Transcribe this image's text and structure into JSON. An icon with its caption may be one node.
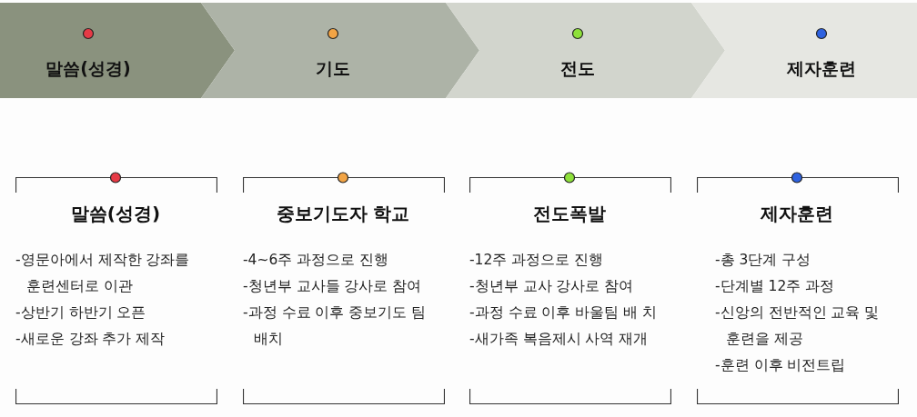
{
  "diagram": {
    "nodes": [
      {
        "text": [
          "말씀(성경)"
        ]
      },
      {
        "text": [
          "기도"
        ]
      },
      {
        "text": [
          "전도"
        ]
      },
      {
        "text": [
          "제자훈련"
        ]
      },
      {
        "text": [
          "말씀(성경)",
          "-영문아에서 제작한 강좌를 훈련센터로 이관",
          "-상반기 하반기 오픈",
          "-새로운 강좌 추가 제작"
        ]
      },
      {
        "text": [
          "중보기도자 학교",
          "-4~6주 과정으로 진행",
          "-청년부 교사들 강사로 참여",
          "-과정 수료 이후 중보기도 팀 배치"
        ]
      },
      {
        "text": [
          "전도폭발",
          "-12주 과정으로 진행",
          "-청년부 교사 강사로 참여",
          "-과정 수료 이후 바울팀 배 치",
          "-새가족 복음제시 사역 재개"
        ]
      },
      {
        "text": [
          "제자훈련",
          "-총 3단계 구성",
          "-단계별 12주 과정",
          "-신앙의 전반적인 교육 및 훈련을 제공",
          "-훈련 이후 비전트립"
        ]
      }
    ],
    "edges": []
  }
}
